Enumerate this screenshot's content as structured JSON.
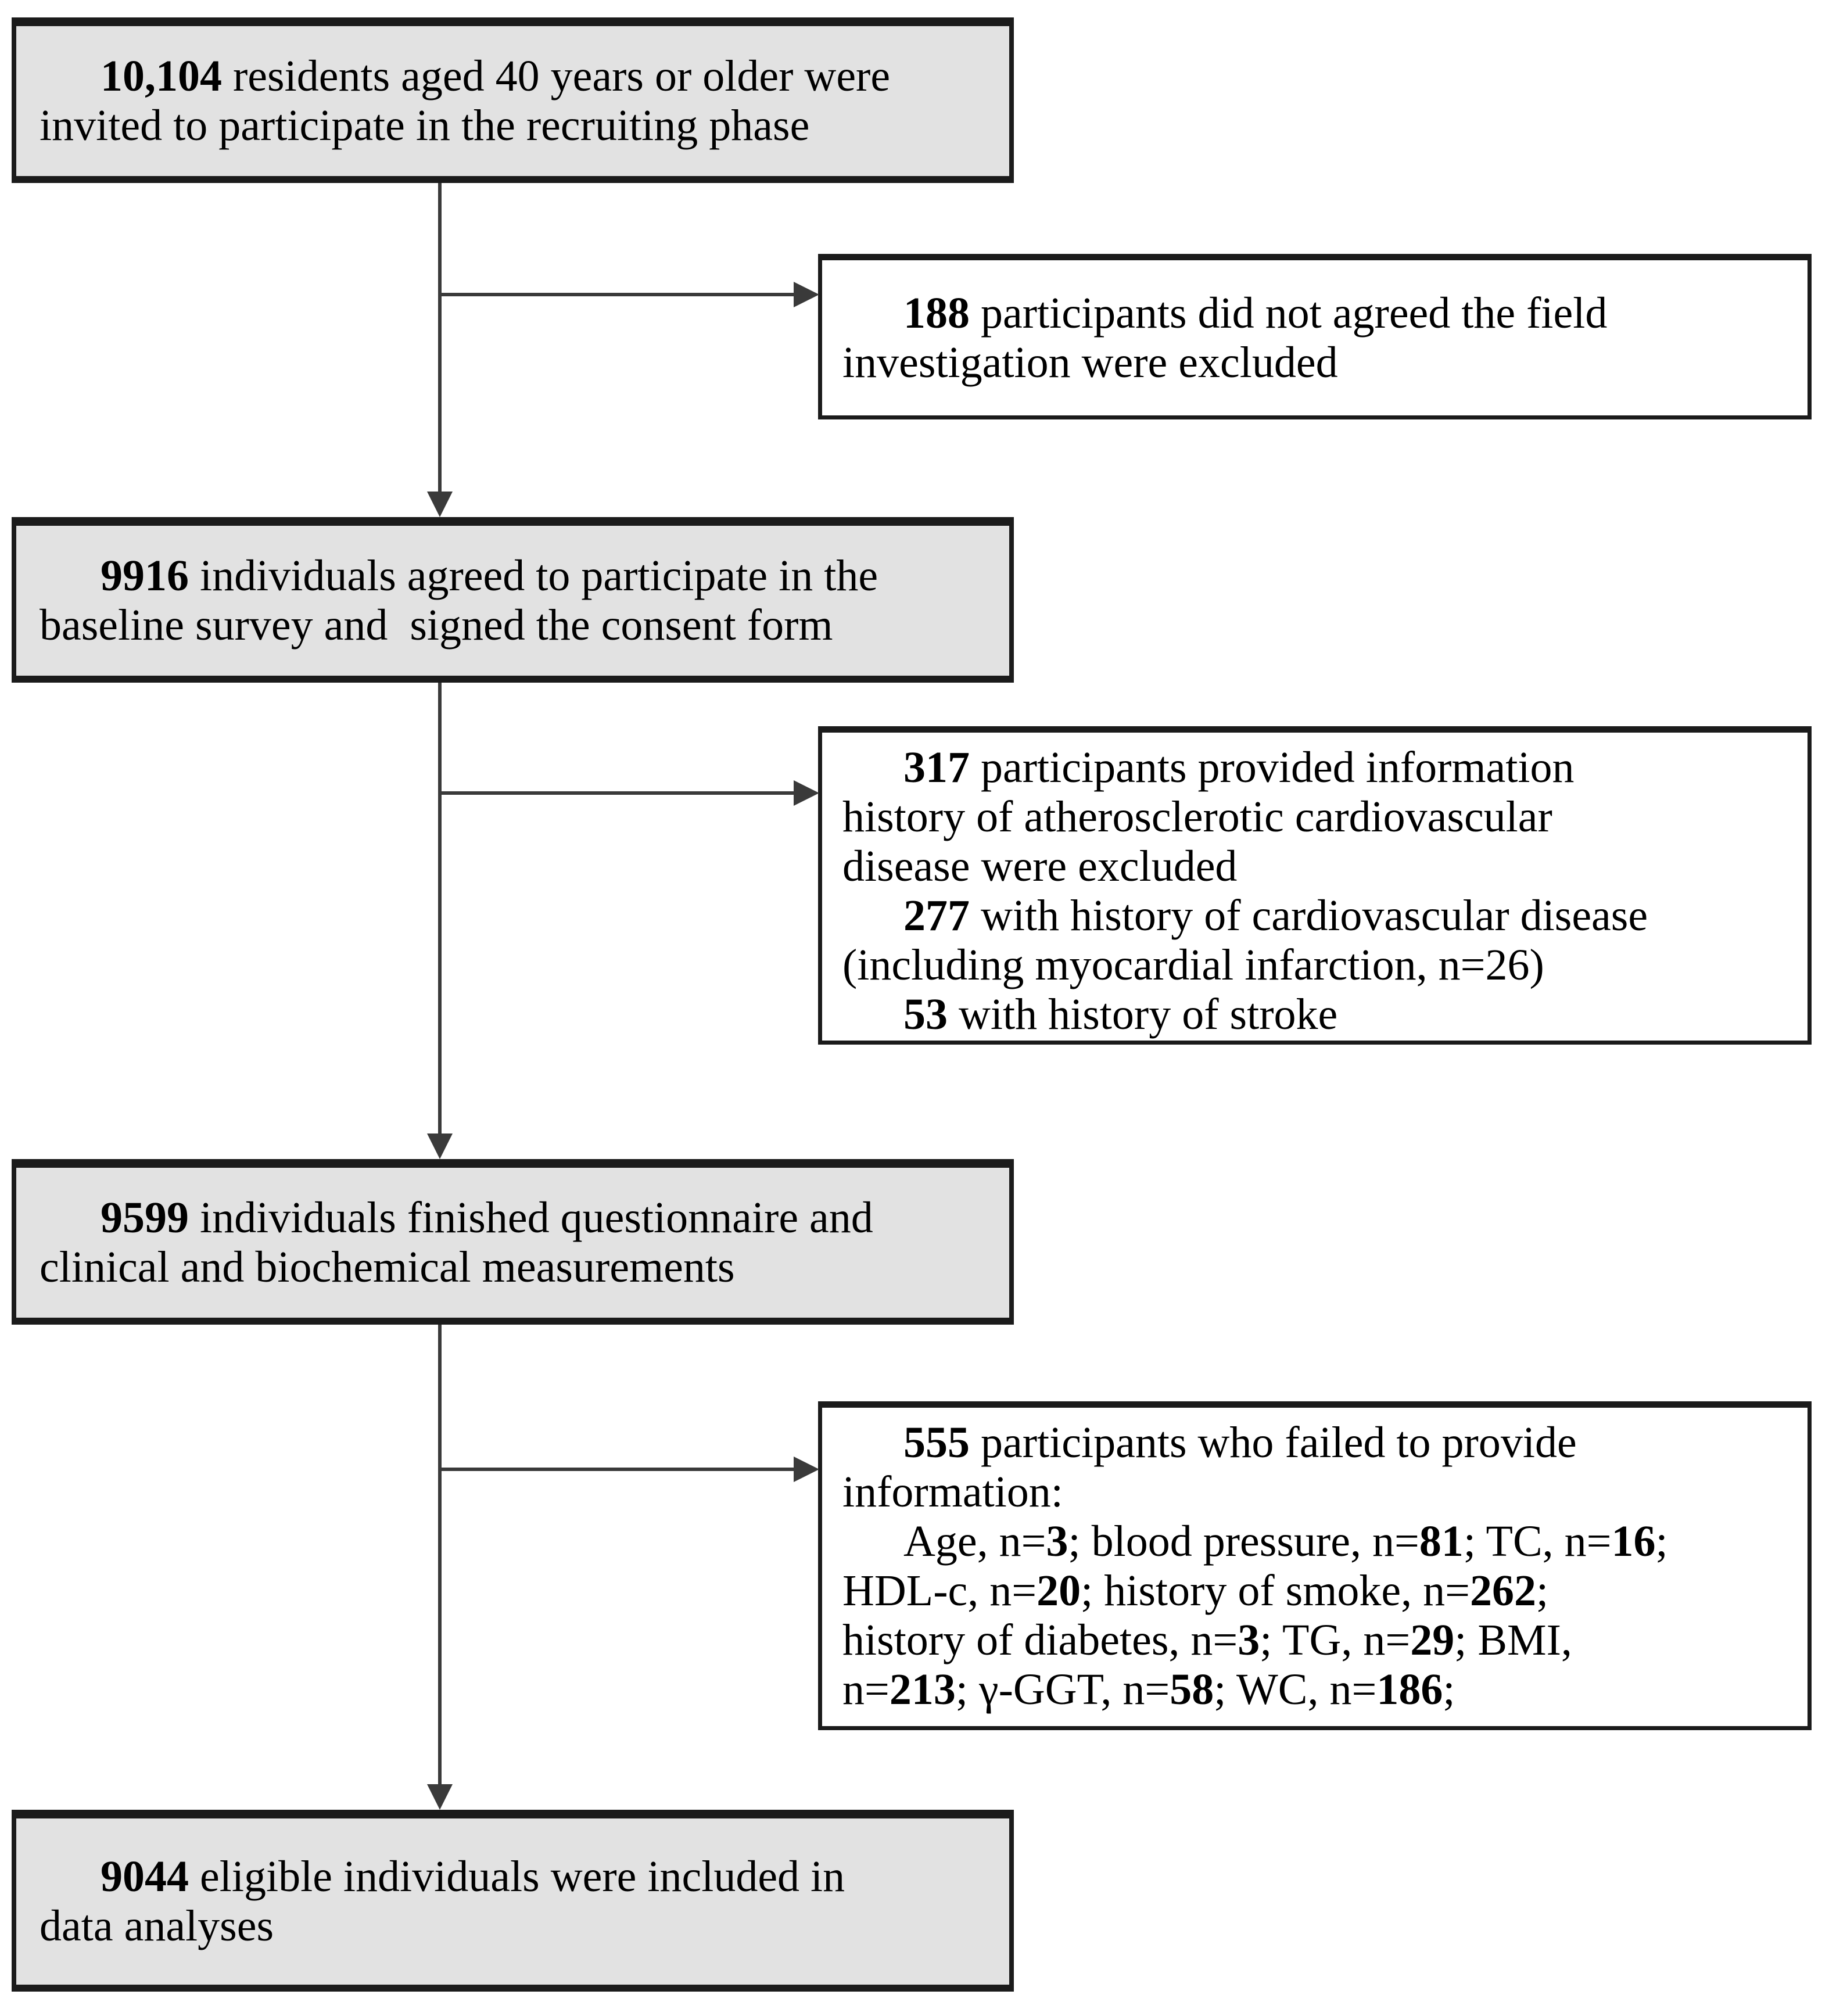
{
  "diagram_type": "participant-flow-chart",
  "colors": {
    "box_fill": "#e2e2e2",
    "box_border": "#1b1b1b",
    "connector_line": "#3a3a3a",
    "exclusion_fill": "#ffffff"
  },
  "boxes": {
    "invited": {
      "lines": [
        {
          "indent": true,
          "seg": [
            {
              "t": "10,104",
              "b": true
            },
            {
              "t": " residents aged 40 years or older were",
              "b": false
            }
          ]
        },
        {
          "indent": false,
          "seg": [
            {
              "t": "invited to participate in the recruiting phase",
              "b": false
            }
          ]
        }
      ]
    },
    "refused": {
      "lines": [
        {
          "indent": true,
          "seg": [
            {
              "t": "188",
              "b": true
            },
            {
              "t": " participants did not agreed the field",
              "b": false
            }
          ]
        },
        {
          "indent": false,
          "seg": [
            {
              "t": "investigation were excluded",
              "b": false
            }
          ]
        }
      ]
    },
    "agreed": {
      "lines": [
        {
          "indent": true,
          "seg": [
            {
              "t": "9916",
              "b": true
            },
            {
              "t": " individuals agreed to participate in the",
              "b": false
            }
          ]
        },
        {
          "indent": false,
          "seg": [
            {
              "t": "baseline survey and  signed the consent form",
              "b": false
            }
          ]
        }
      ]
    },
    "ascvd": {
      "lines": [
        {
          "indent": true,
          "seg": [
            {
              "t": "317",
              "b": true
            },
            {
              "t": " participants provided information",
              "b": false
            }
          ]
        },
        {
          "indent": false,
          "seg": [
            {
              "t": "history of atherosclerotic cardiovascular",
              "b": false
            }
          ]
        },
        {
          "indent": false,
          "seg": [
            {
              "t": "disease were excluded",
              "b": false
            }
          ]
        },
        {
          "indent": true,
          "seg": [
            {
              "t": "277",
              "b": true
            },
            {
              "t": " with history of cardiovascular disease",
              "b": false
            }
          ]
        },
        {
          "indent": false,
          "seg": [
            {
              "t": "(including myocardial infarction, n=26)",
              "b": false
            }
          ]
        },
        {
          "indent": true,
          "seg": [
            {
              "t": "53",
              "b": true
            },
            {
              "t": " with history of stroke",
              "b": false
            }
          ]
        }
      ]
    },
    "finished": {
      "lines": [
        {
          "indent": true,
          "seg": [
            {
              "t": "9599",
              "b": true
            },
            {
              "t": " individuals finished questionnaire and",
              "b": false
            }
          ]
        },
        {
          "indent": false,
          "seg": [
            {
              "t": "clinical and biochemical measurements",
              "b": false
            }
          ]
        }
      ]
    },
    "missing": {
      "lines": [
        {
          "indent": true,
          "seg": [
            {
              "t": "555",
              "b": true
            },
            {
              "t": " participants who failed to provide",
              "b": false
            }
          ]
        },
        {
          "indent": false,
          "seg": [
            {
              "t": "information:",
              "b": false
            }
          ]
        },
        {
          "indent": true,
          "seg": [
            {
              "t": "Age, n=",
              "b": false
            },
            {
              "t": "3",
              "b": true
            },
            {
              "t": "; blood pressure, n=",
              "b": false
            },
            {
              "t": "81",
              "b": true
            },
            {
              "t": "; TC, n=",
              "b": false
            },
            {
              "t": "16",
              "b": true
            },
            {
              "t": ";",
              "b": false
            }
          ]
        },
        {
          "indent": false,
          "seg": [
            {
              "t": "HDL-c, n=",
              "b": false
            },
            {
              "t": "20",
              "b": true
            },
            {
              "t": "; history of smoke, n=",
              "b": false
            },
            {
              "t": "262",
              "b": true
            },
            {
              "t": ";",
              "b": false
            }
          ]
        },
        {
          "indent": false,
          "seg": [
            {
              "t": "history of diabetes, n=",
              "b": false
            },
            {
              "t": "3",
              "b": true
            },
            {
              "t": "; TG, n=",
              "b": false
            },
            {
              "t": "29",
              "b": true
            },
            {
              "t": "; BMI,",
              "b": false
            }
          ]
        },
        {
          "indent": false,
          "seg": [
            {
              "t": "n=",
              "b": false
            },
            {
              "t": "213",
              "b": true
            },
            {
              "t": "; γ-GGT, n=",
              "b": false
            },
            {
              "t": "58",
              "b": true
            },
            {
              "t": "; WC, n=",
              "b": false
            },
            {
              "t": "186",
              "b": true
            },
            {
              "t": ";",
              "b": false
            }
          ]
        }
      ]
    },
    "final": {
      "lines": [
        {
          "indent": true,
          "seg": [
            {
              "t": "9044",
              "b": true
            },
            {
              "t": " eligible individuals were included in",
              "b": false
            }
          ]
        },
        {
          "indent": false,
          "seg": [
            {
              "t": "data analyses",
              "b": false
            }
          ]
        }
      ]
    }
  }
}
